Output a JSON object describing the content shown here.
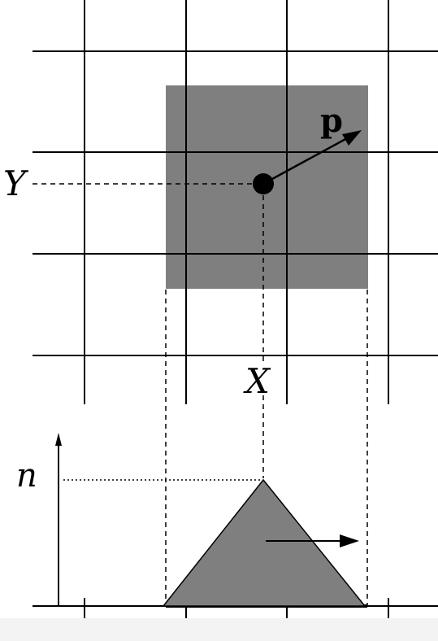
{
  "labels": {
    "y_axis": "Y",
    "x_axis": "X",
    "vector": "p",
    "height": "n"
  },
  "colors": {
    "background": "#ffffff",
    "footer_band": "#f3f3f3",
    "pixel_fill": "#7f7f7f",
    "line": "#000000"
  }
}
